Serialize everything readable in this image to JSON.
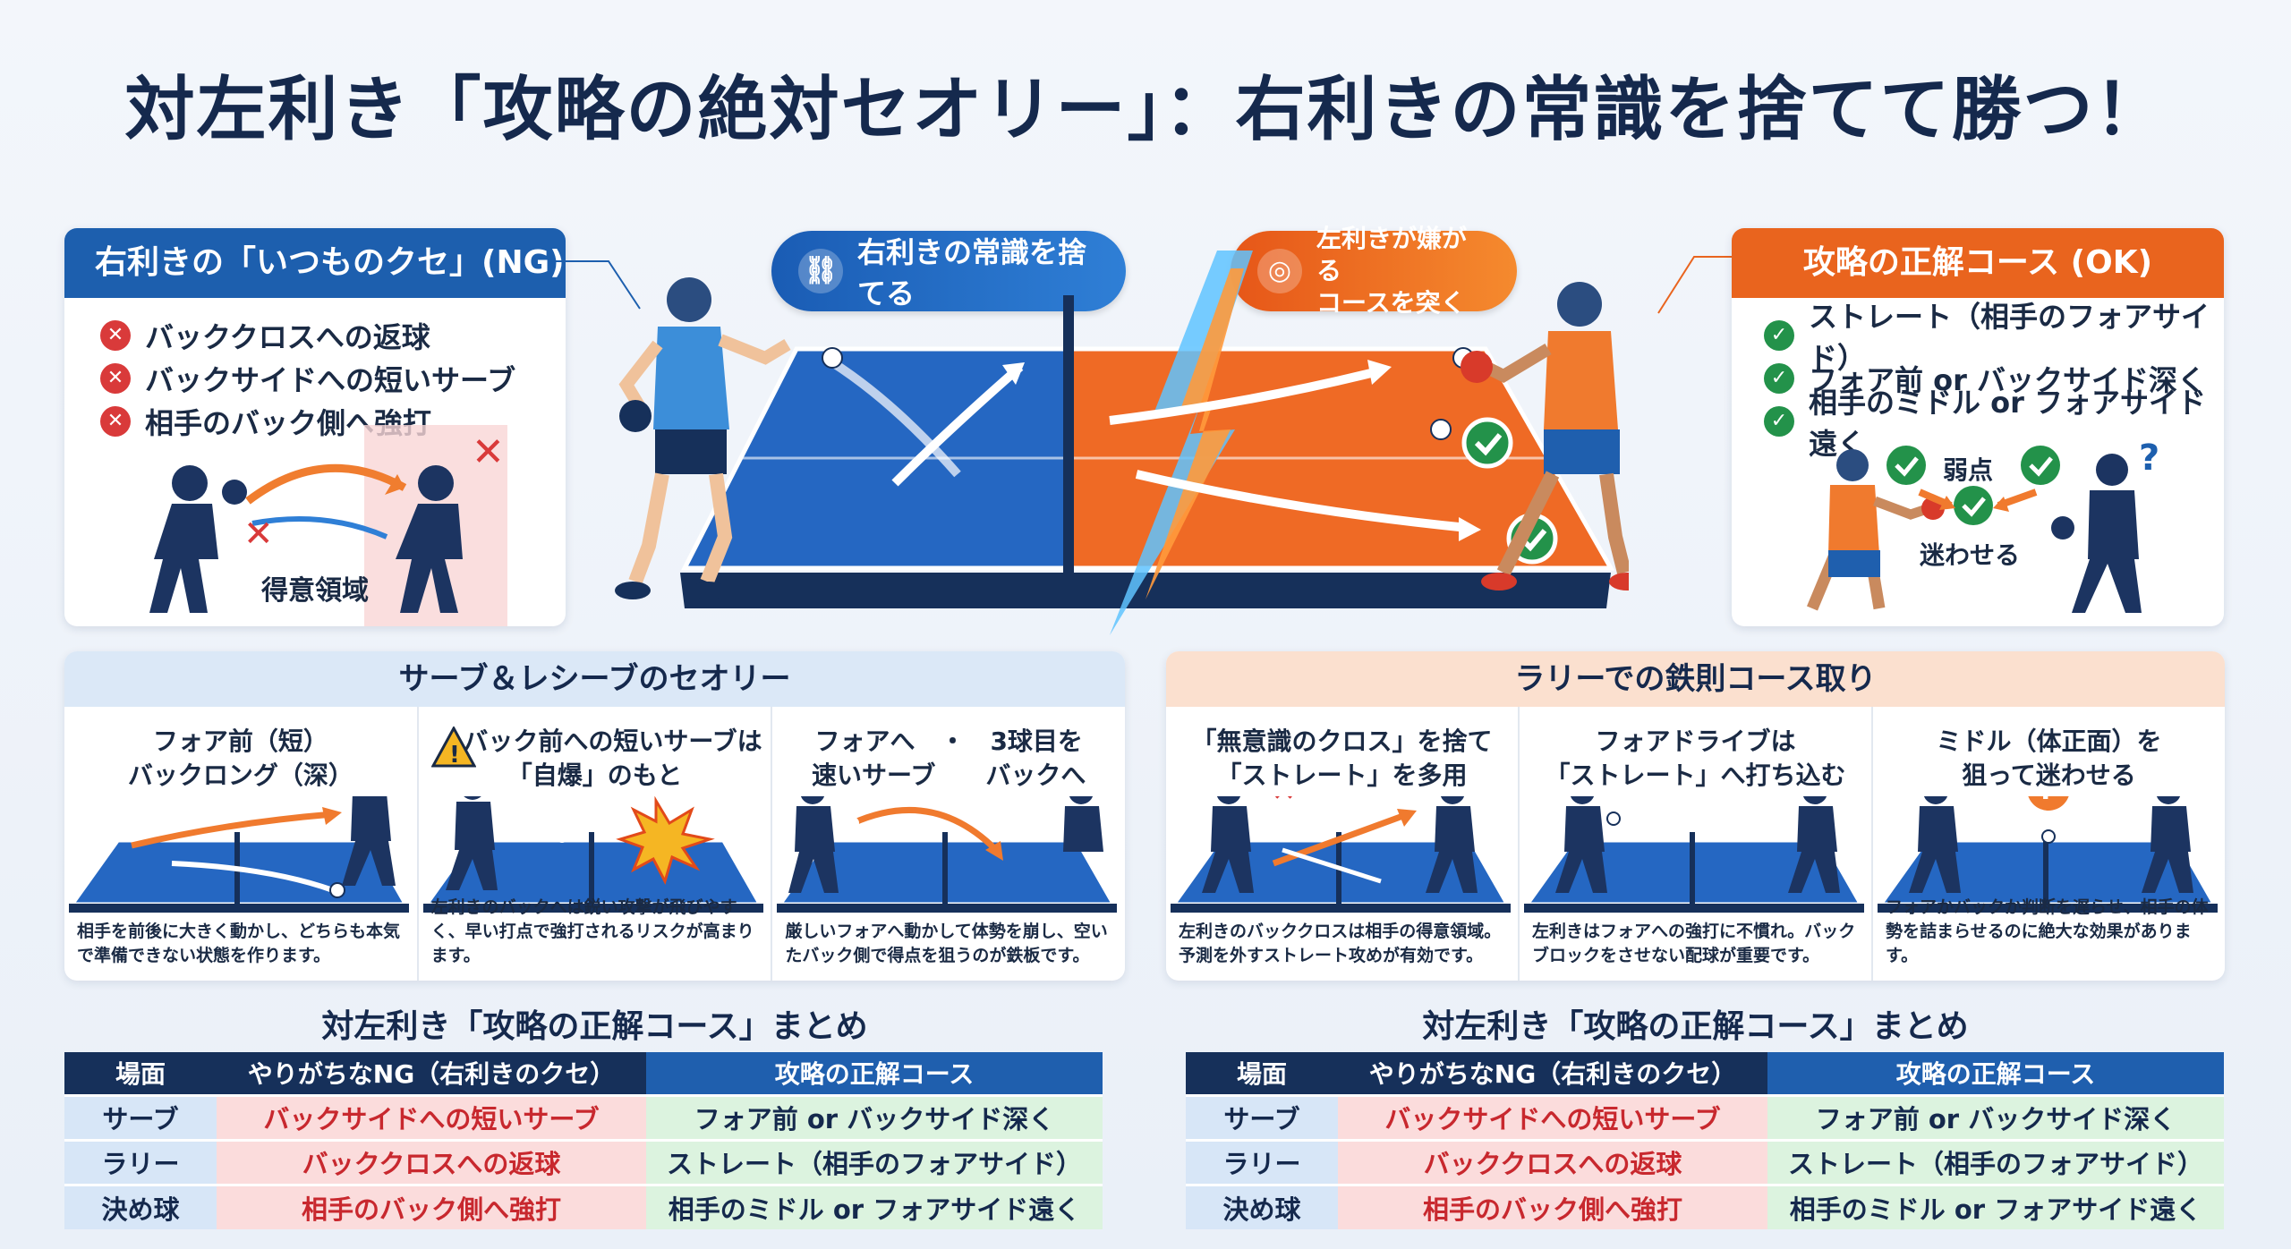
{
  "title": "対左利き「攻略の絶対セオリー」：右利きの常識を捨てて勝つ！",
  "ng_card": {
    "header": "右利きの「いつものクセ」(NG)",
    "items": [
      "バッククロスへの返球",
      "バックサイドへの短いサーブ",
      "相手のバック側へ強打"
    ],
    "zone_label": "得意領域"
  },
  "ok_card": {
    "header": "攻略の正解コース (OK)",
    "items": [
      "ストレート（相手のフォアサイド）",
      "フォア前 or バックサイド深く",
      "相手のミドル or フォアサイド遠く"
    ],
    "label_weak": "弱点",
    "label_confuse": "迷わせる"
  },
  "pill_left": {
    "icon": "broken-link-icon",
    "text": "右利きの常識を捨てる"
  },
  "pill_right": {
    "icon": "target-icon",
    "line1": "左利きが嫌がる",
    "line2": "コースを突く"
  },
  "serve_section": {
    "header": "サーブ＆レシーブのセオリー",
    "panels": [
      {
        "title1": "フォア前（短）",
        "title2": "バックロング（深）",
        "desc": "相手を前後に大きく動かし、どちらも本気で準備できない状態を作ります。"
      },
      {
        "title1": "バック前への短いサーブは",
        "title2": "「自爆」のもと",
        "desc": "左利きのバックへは鋭い攻撃が飛びやすく、早い打点で強打されるリスクが高まります。"
      },
      {
        "title1": "フォアへ　・　3球目を",
        "title2": "速いサーブ　　バックへ",
        "desc": "厳しいフォアへ動かして体勢を崩し、空いたバック側で得点を狙うのが鉄板です。"
      }
    ]
  },
  "rally_section": {
    "header": "ラリーでの鉄則コース取り",
    "panels": [
      {
        "title1": "「無意識のクロス」を捨て",
        "title2": "「ストレート」を多用",
        "desc": "左利きのバッククロスは相手の得意領域。予測を外すストレート攻めが有効です。"
      },
      {
        "title1": "フォアドライブは",
        "title2": "「ストレート」へ打ち込む",
        "desc": "左利きはフォアへの強打に不慣れ。バックブロックをさせない配球が重要です。"
      },
      {
        "title1": "ミドル（体正面）を",
        "title2": "狙って迷わせる",
        "desc": "フォアかバックか判断を遅らせ、相手の体勢を詰まらせるのに絶大な効果があります。"
      }
    ]
  },
  "summary_tables": [
    {
      "title": "対左利き「攻略の正解コース」まとめ",
      "headers": [
        "場面",
        "やりがちなNG（右利きのクセ）",
        "攻略の正解コース"
      ],
      "rows": [
        [
          "サーブ",
          "バックサイドへの短いサーブ",
          "フォア前 or バックサイド深く"
        ],
        [
          "ラリー",
          "バッククロスへの返球",
          "ストレート（相手のフォアサイド）"
        ],
        [
          "決め球",
          "相手のバック側へ強打",
          "相手のミドル or フォアサイド遠く"
        ]
      ]
    },
    {
      "title": "対左利き「攻略の正解コース」まとめ",
      "headers": [
        "場面",
        "やりがちなNG（右利きのクセ）",
        "攻略の正解コース"
      ],
      "rows": [
        [
          "サーブ",
          "バックサイドへの短いサーブ",
          "フォア前 or バックサイド深く"
        ],
        [
          "ラリー",
          "バッククロスへの返球",
          "ストレート（相手のフォアサイド）"
        ],
        [
          "決め球",
          "相手のバック側へ強打",
          "相手のミドル or フォアサイド遠く"
        ]
      ]
    }
  ],
  "colors": {
    "blue": "#1d5fae",
    "orange": "#e9641e",
    "ng_red": "#c8282e",
    "ok_green": "#23924a",
    "navy": "#16305a"
  }
}
